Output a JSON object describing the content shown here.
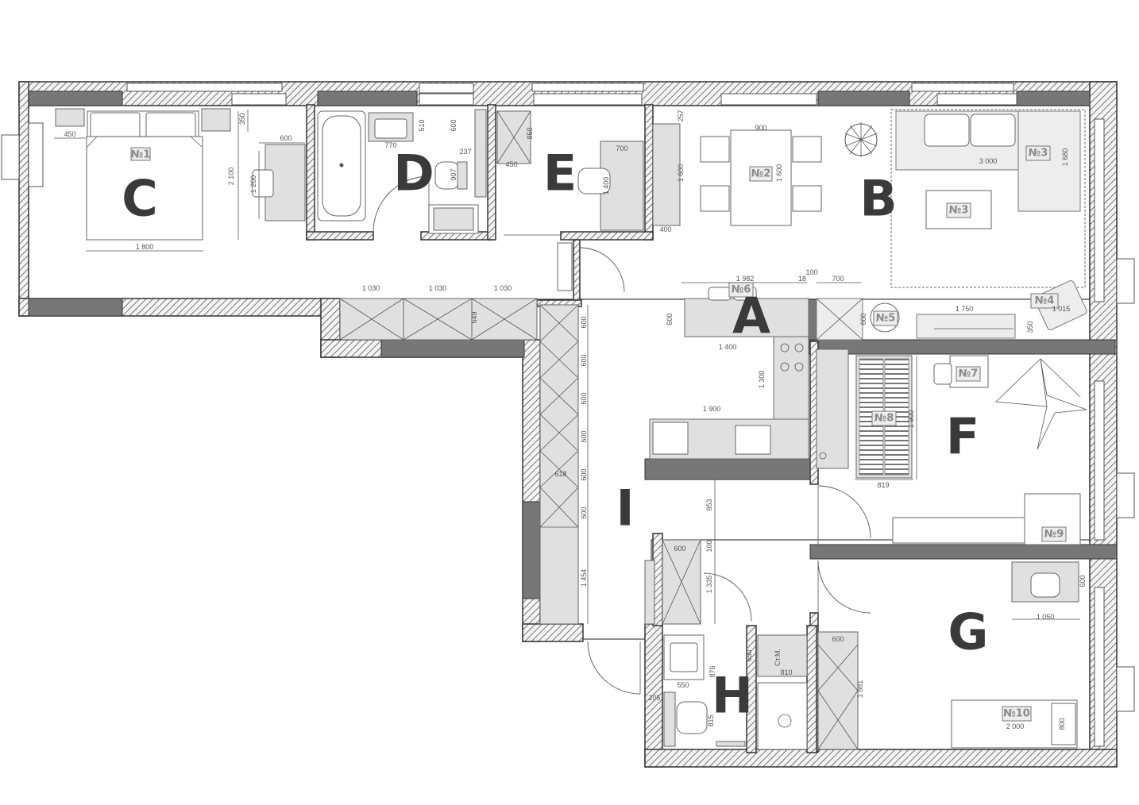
{
  "room_labels": {
    "a": "A",
    "b": "B",
    "c": "C",
    "d": "D",
    "e": "E",
    "f": "F",
    "g": "G",
    "h": "H",
    "i": "I"
  },
  "tags": {
    "n1": "№1",
    "n2": "№2",
    "n3a": "№3",
    "n3b": "№3",
    "n4": "№4",
    "n5": "№5",
    "n6": "№6",
    "n7": "№7",
    "n8": "№8",
    "n9": "№9",
    "n10": "№10",
    "st_m": "Ст.М."
  },
  "dimensions": {
    "c_450": "450",
    "c_1800": "1 800",
    "c_2100": "2 100",
    "c_600": "600",
    "c_1200": "1 200",
    "c_350": "350",
    "d_770": "770",
    "d_510": "510",
    "d_600": "600",
    "d_237": "237",
    "d_907": "907",
    "e_850": "850",
    "e_450": "450",
    "e_700": "700",
    "e_1400": "1 400",
    "e_1600": "1 600",
    "b_257": "257",
    "b_400": "400",
    "b_900": "900",
    "b_1600": "1 600",
    "b_3000": "3 000",
    "b_1680": "1 680",
    "b_1750": "1 750",
    "b_350": "350",
    "b_1015": "1 015",
    "hall_1030a": "1 030",
    "hall_1030b": "1 030",
    "hall_1030c": "1 030",
    "hall_649": "649",
    "a_1982": "1 982",
    "a_18": "18",
    "a_100": "100",
    "a_700": "700",
    "a_600l": "600",
    "a_600r": "600",
    "a_1400": "1 400",
    "a_1300": "1 300",
    "a_1900": "1 900",
    "i_600a": "600",
    "i_600b": "600",
    "i_600c": "600",
    "i_600d": "600",
    "i_600e": "600",
    "i_600f": "600",
    "i_618": "618",
    "i_1454": "1 454",
    "i_853": "853",
    "i_100": "100",
    "i_1335": "1 335",
    "i_600top": "600",
    "f_1900": "1 900",
    "f_819": "819",
    "g_600": "600",
    "g_1050": "1 050",
    "g_1881": "1 881",
    "g_600w": "600",
    "g_2000": "2 000",
    "g_800": "800",
    "h_876": "876",
    "h_650": "650",
    "h_810": "810",
    "h_550": "550",
    "h_205": "205",
    "h_815": "815"
  }
}
